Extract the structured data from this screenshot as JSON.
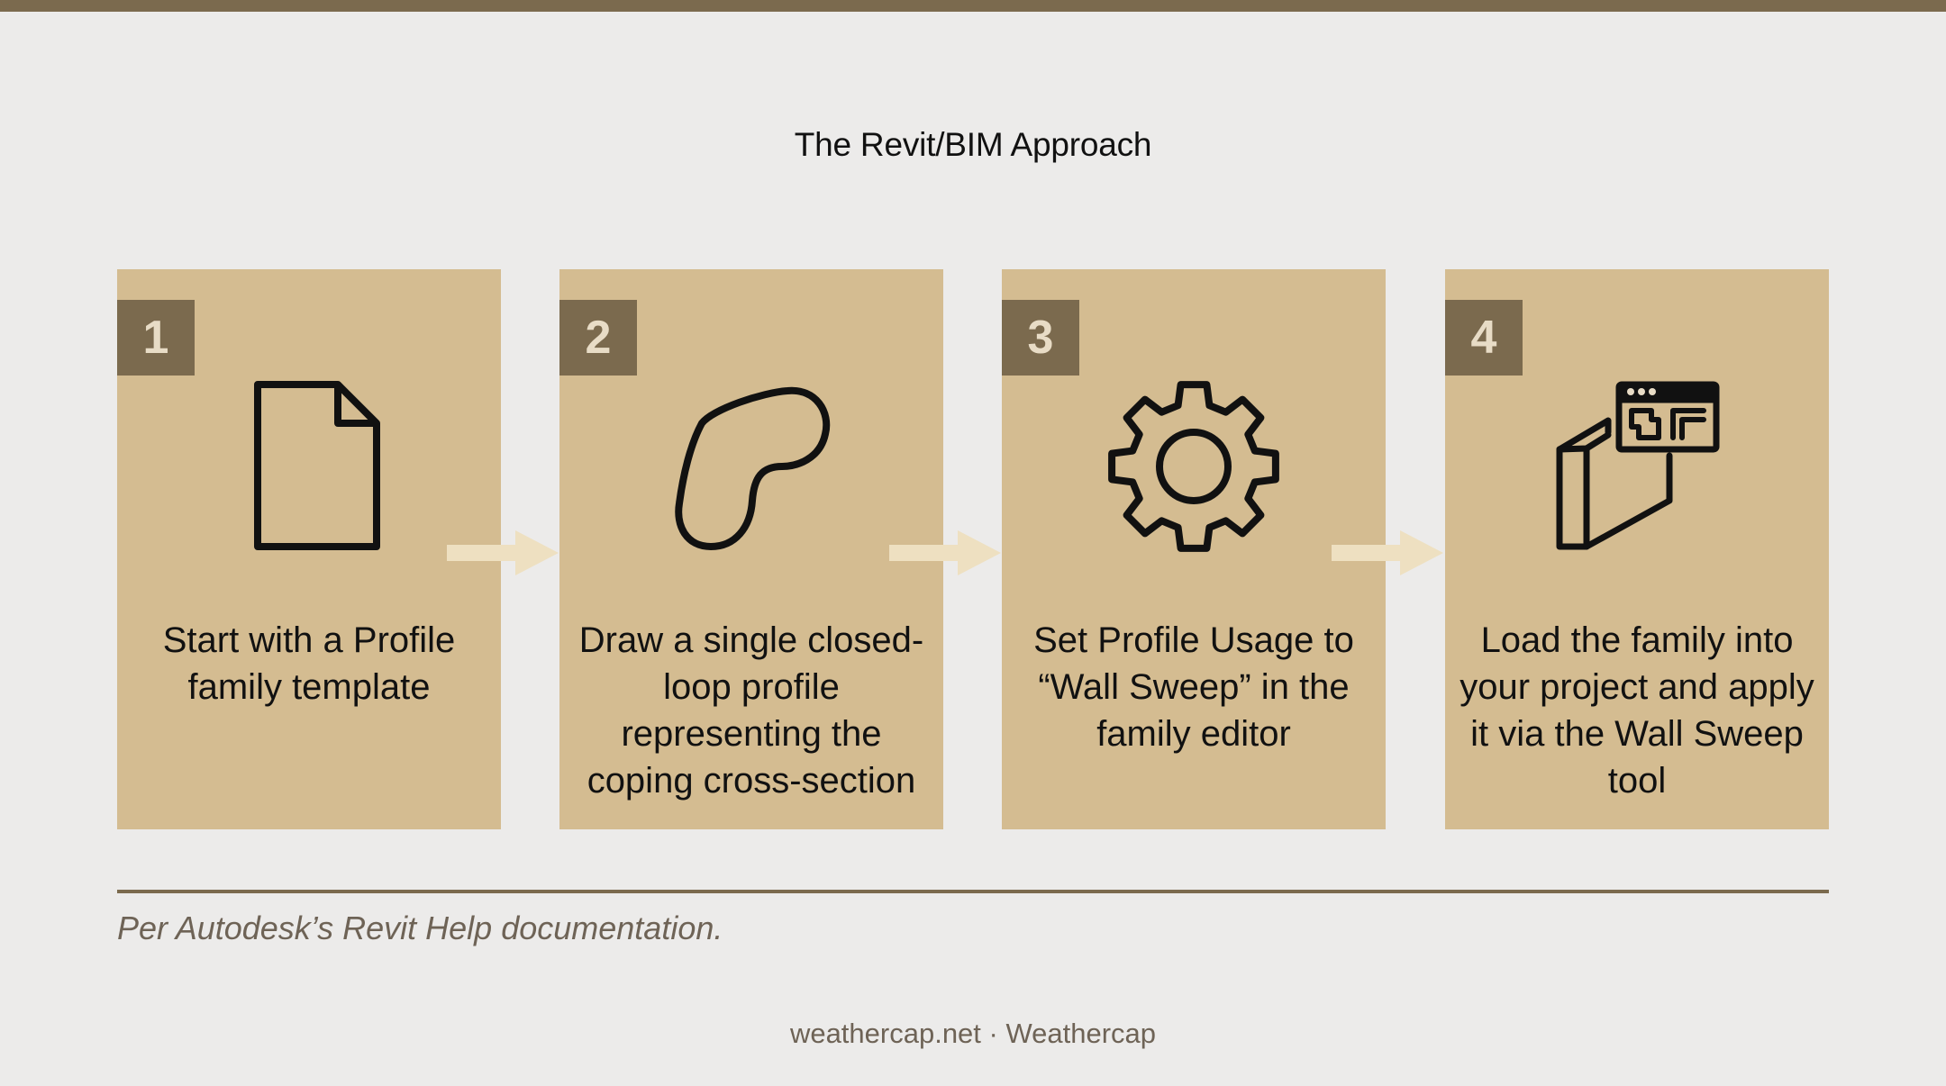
{
  "title": "The Revit/BIM Approach",
  "steps": [
    {
      "number": "1",
      "text": "Start with a Profile family template",
      "icon": "document-icon"
    },
    {
      "number": "2",
      "text": "Draw a single closed-loop profile representing the coping cross-section",
      "icon": "closed-loop-profile-icon"
    },
    {
      "number": "3",
      "text": "Set Profile Usage to “Wall Sweep” in the family editor",
      "icon": "gear-icon"
    },
    {
      "number": "4",
      "text": "Load the family into your project and apply it via the Wall Sweep tool",
      "icon": "wall-sweep-window-icon"
    }
  ],
  "note": "Per Autodesk’s Revit Help documentation.",
  "footer": "weathercap.net · Weathercap",
  "colors": {
    "background": "#ecebea",
    "card": "#d4bc91",
    "accent": "#7b6a4e",
    "arrow": "#eee0c1"
  }
}
